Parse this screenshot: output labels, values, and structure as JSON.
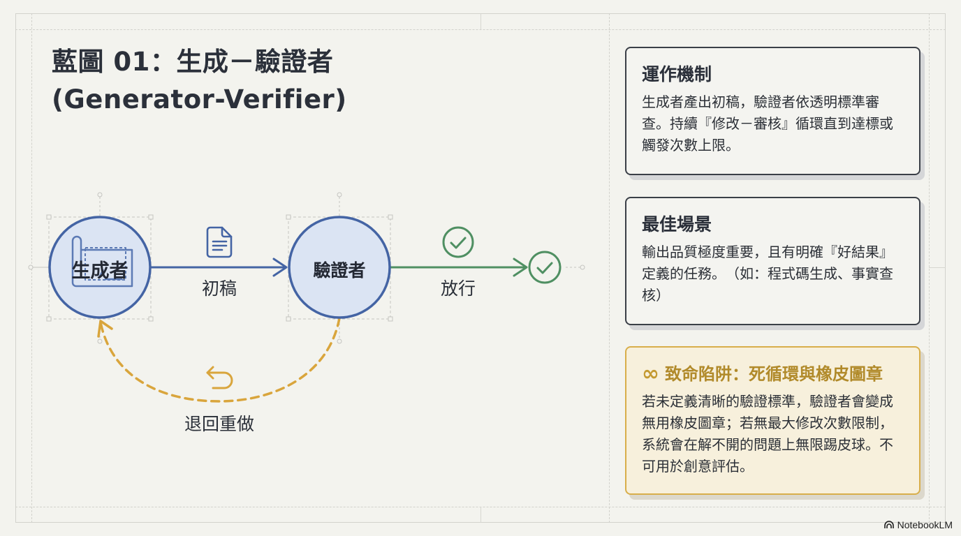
{
  "slide": {
    "title_line1": "藍圖 01：生成－驗證者",
    "title_line2": "(Generator-Verifier)"
  },
  "diagram": {
    "nodes": [
      {
        "id": "generator",
        "label": "生成者",
        "icon": "blueprint-icon"
      },
      {
        "id": "verifier",
        "label": "驗證者"
      }
    ],
    "edges": [
      {
        "from": "generator",
        "to": "verifier",
        "label": "初稿",
        "icon": "document-icon",
        "color": "#4464a4"
      },
      {
        "from": "verifier",
        "to": "output",
        "label": "放行",
        "icon": "check-circle-icon",
        "color": "#4f8f62"
      },
      {
        "from": "verifier",
        "to": "generator",
        "label": "退回重做",
        "icon": "undo-arrow-icon",
        "color": "#d9a53c",
        "style": "dashed"
      }
    ],
    "output_icon": "check-circle-icon"
  },
  "cards": {
    "mechanism": {
      "title": "運作機制",
      "body": "生成者產出初稿，驗證者依透明標準審查。持續『修改－審核』循環直到達標或觸發次數上限。"
    },
    "best_scenario": {
      "title": "最佳場景",
      "body": "輸出品質極度重要，且有明確『好結果』定義的任務。　（如：程式碼生成、事實查核）"
    },
    "pitfall": {
      "icon": "∞",
      "title": "致命陷阱：死循環與橡皮圖章",
      "body": "若未定義清晰的驗證標準，驗證者會變成無用橡皮圖章；若無最大修改次數限制，系統會在解不開的問題上無限踢皮球。不可用於創意評估。"
    }
  },
  "colors": {
    "node_fill": "#dbe4f3",
    "node_stroke": "#4464a4",
    "success": "#4f8f62",
    "warning": "#d9a53c",
    "background": "#f3f3ee"
  },
  "watermark": {
    "label": "NotebookLM"
  }
}
